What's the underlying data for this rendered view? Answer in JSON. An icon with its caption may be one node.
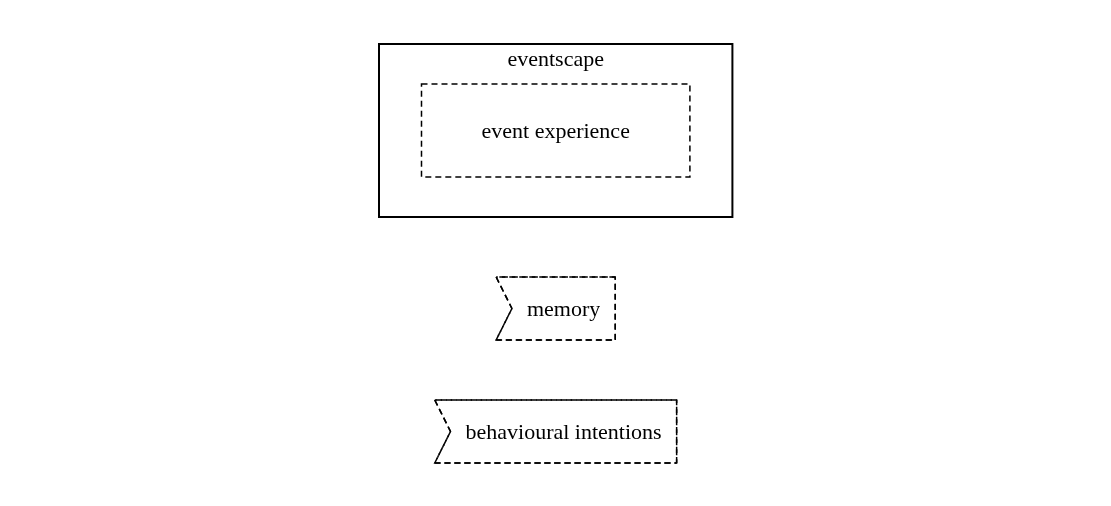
{
  "diagram": {
    "nodes": [
      {
        "text": [
          "eventscape"
        ]
      },
      {
        "text": [
          "event experience"
        ],
        "in": 0
      },
      {
        "text": [
          "memory"
        ]
      },
      {
        "text": [
          "behavioural intentions"
        ]
      }
    ],
    "edges": []
  }
}
